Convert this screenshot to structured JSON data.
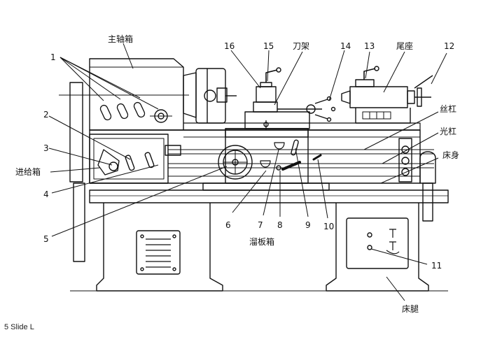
{
  "labels": {
    "headstock": "主轴箱",
    "tool_post": "刀架",
    "tailstock": "尾座",
    "lead_screw": "丝杠",
    "feed_rod": "光杠",
    "bed": "床身",
    "feed_box": "进给箱",
    "apron": "溜板箱",
    "bed_leg": "床腿"
  },
  "numbers": [
    "1",
    "2",
    "3",
    "4",
    "5",
    "6",
    "7",
    "8",
    "9",
    "10",
    "11",
    "12",
    "13",
    "14",
    "15",
    "16"
  ],
  "footer": "5 Slide L"
}
